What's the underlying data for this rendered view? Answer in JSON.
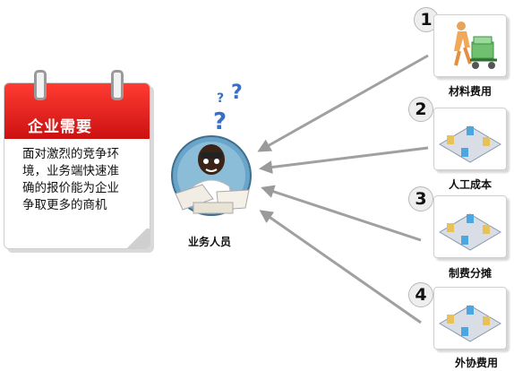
{
  "requirement": {
    "title": "企业需要",
    "lines": [
      "面对激烈的竞争环",
      "境，业务端快速准",
      "确的报价能为企业",
      "争取更多的商机"
    ]
  },
  "person": {
    "label": "业务人员"
  },
  "costs": [
    {
      "number": "1",
      "label": "材料费用"
    },
    {
      "number": "2",
      "label": "人工成本"
    },
    {
      "number": "3",
      "label": "制费分摊"
    },
    {
      "number": "4",
      "label": "外协费用"
    }
  ],
  "colors": {
    "header_red": "#e8231b",
    "arrow_gray": "#8a8a8a",
    "question_blue": "#3a6fc8"
  }
}
